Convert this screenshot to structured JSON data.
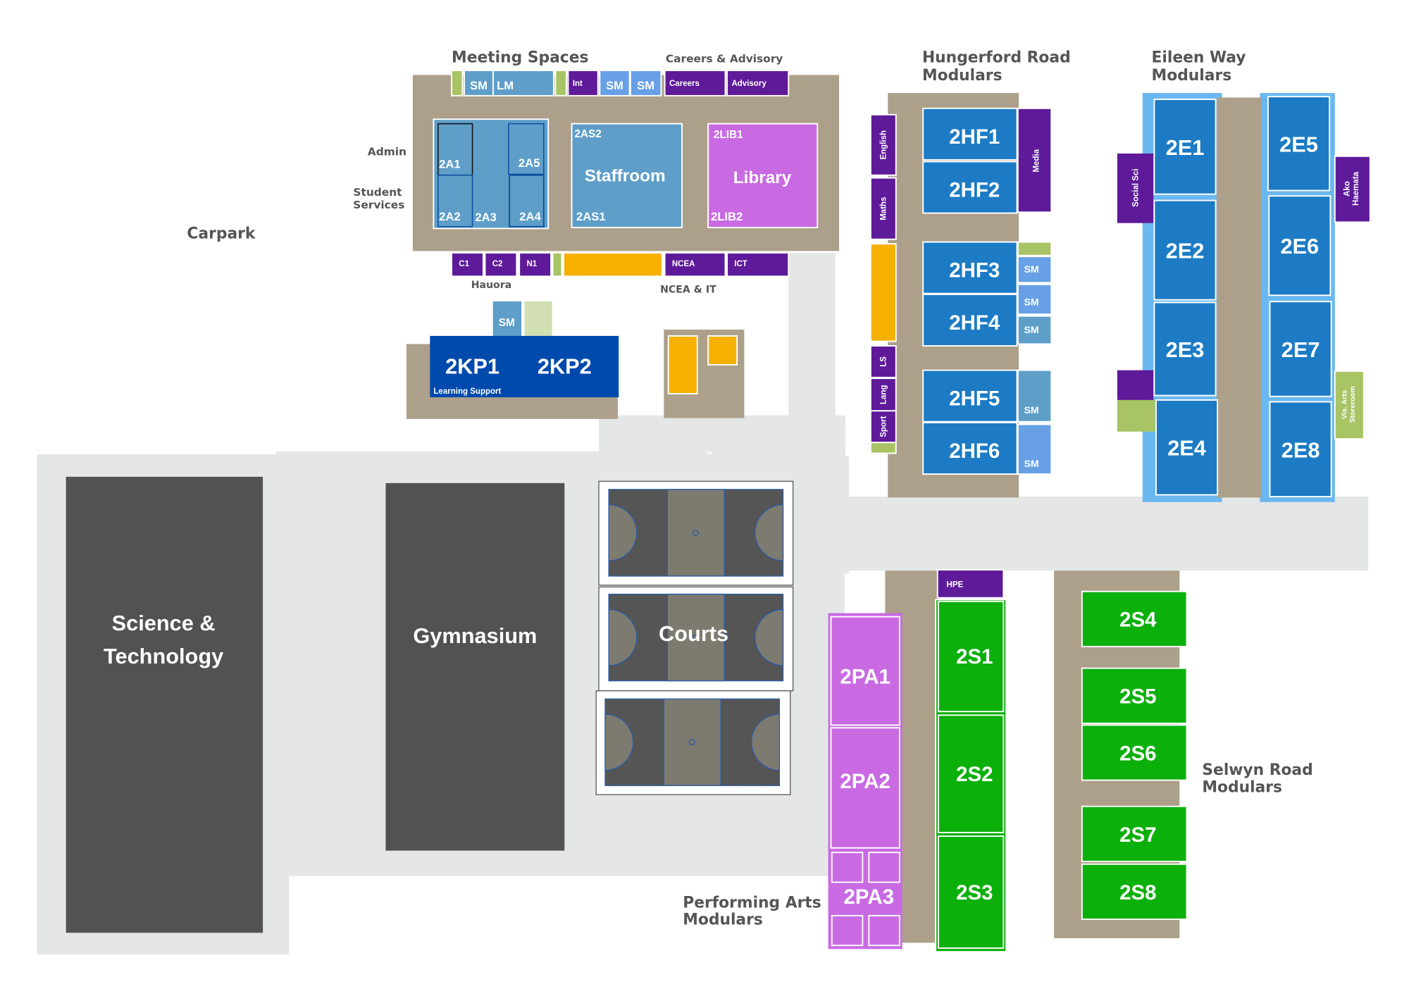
{
  "labels": {
    "meeting_spaces": "Meeting Spaces",
    "careers_advisory": "Careers & Advisory",
    "hungerford": [
      "Hungerford Road",
      "Modulars"
    ],
    "eileen": [
      "Eileen Way",
      "Modulars"
    ],
    "admin": "Admin",
    "student_services": [
      "Student",
      "Services"
    ],
    "carpark": "Carpark",
    "hauora": "Hauora",
    "ncea_it": "NCEA & IT",
    "selwyn": [
      "Selwyn Road",
      "Modulars"
    ],
    "performing_arts": [
      "Performing Arts",
      "Modulars"
    ]
  },
  "buildings": {
    "science": [
      "Science &",
      "Technology"
    ],
    "gymnasium": "Gymnasium",
    "courts": "Courts"
  },
  "rooms": {
    "sm": "SM",
    "lm": "LM",
    "int": "Int",
    "careers": "Careers",
    "advisory": "Advisory",
    "a1": "2A1",
    "a2": "2A2",
    "a3": "2A3",
    "a4": "2A4",
    "a5": "2A5",
    "as1": "2AS1",
    "as2": "2AS2",
    "staffroom": "Staffroom",
    "lib1": "2LIB1",
    "lib2": "2LIB2",
    "library": "Library",
    "c1": "C1",
    "c2": "C2",
    "n1": "N1",
    "ncea": "NCEA",
    "ict": "ICT",
    "kp1": "2KP1",
    "kp2": "2KP2",
    "learning_support": "Learning Support",
    "english": "English",
    "maths": "Maths",
    "ls": "LS",
    "lang": "Lang",
    "sport": "Sport",
    "media": "Media",
    "hf1": "2HF1",
    "hf2": "2HF2",
    "hf3": "2HF3",
    "hf4": "2HF4",
    "hf5": "2HF5",
    "hf6": "2HF6",
    "e1": "2E1",
    "e2": "2E2",
    "e3": "2E3",
    "e4": "2E4",
    "e5": "2E5",
    "e6": "2E6",
    "e7": "2E7",
    "e8": "2E8",
    "social_sci": "Social Sci",
    "ako": [
      "Ako",
      "Haemata"
    ],
    "vis_arts": [
      "Vis. Arts",
      "Storeroom"
    ],
    "hpe": "HPE",
    "pa1": "2PA1",
    "pa2": "2PA2",
    "pa3": "2PA3",
    "s1": "2S1",
    "s2": "2S2",
    "s3": "2S3",
    "s4": "2S4",
    "s5": "2S5",
    "s6": "2S6",
    "s7": "2S7",
    "s8": "2S8"
  },
  "colors": {
    "path": "#e5e6e6",
    "tan": "#ada08a",
    "dark": "#525252",
    "blue": "#1c7bc4",
    "light_blue": "#5e9ec9",
    "sm_blue": "#67a0e6",
    "purple": "#5e1a99",
    "magenta": "#c96ae3",
    "green": "#0bb00b",
    "lime": "#a8c464",
    "pale_green": "#d2dfb3",
    "orange": "#f5b000",
    "kp_blue": "#004aad",
    "frame_blue": "#6bb8f0",
    "court_mid": "#7d7a70",
    "court": "#555555"
  }
}
